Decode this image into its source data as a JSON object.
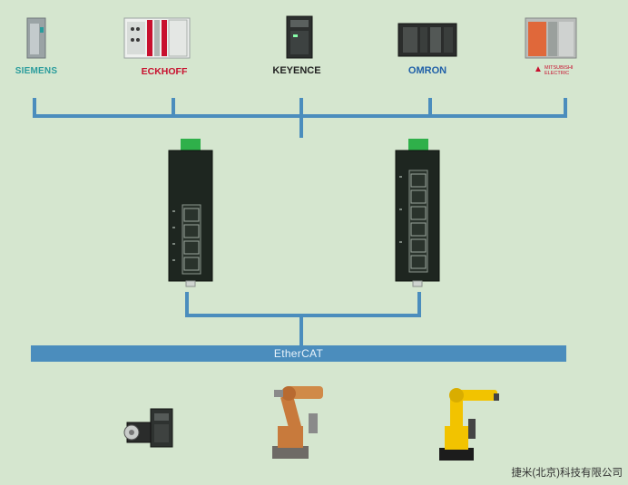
{
  "brands": [
    {
      "name": "SIEMENS",
      "color": "#2a9c9c"
    },
    {
      "name": "ECKHOFF",
      "color": "#c8102e"
    },
    {
      "name": "KEYENCE",
      "color": "#222222"
    },
    {
      "name": "OMRON",
      "color": "#1f5fa8"
    },
    {
      "name": "MITSUBISHI ELECTRIC",
      "color": "#c8102e"
    }
  ],
  "bus_label": "EtherCAT",
  "footer": "捷米(北京)科技有限公司",
  "colors": {
    "background": "#d5e6cf",
    "bus": "#4b8dbd",
    "switch_body": "#1e2620",
    "switch_terminal": "#2fb04a",
    "robot_orange": "#c87a3c",
    "robot_yellow": "#f2c300"
  }
}
